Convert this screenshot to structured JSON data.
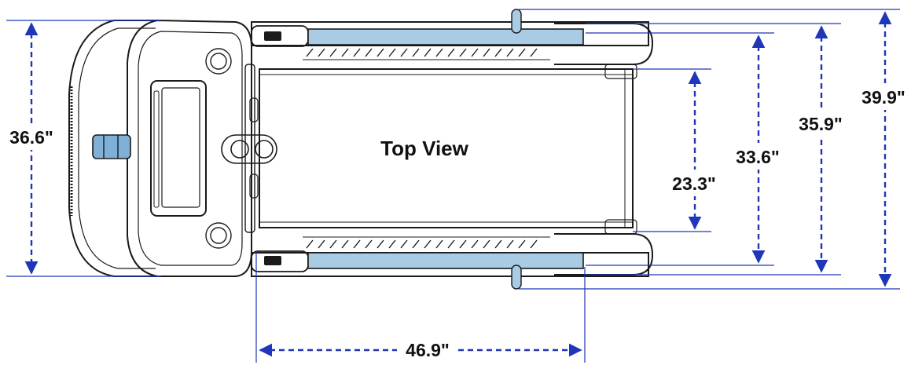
{
  "title": "Top View",
  "dimensions": {
    "total_width": "39.9\"",
    "outer_width": "35.9\"",
    "rail_width": "33.6\"",
    "belt_width": "23.3\"",
    "console_width": "36.6\"",
    "handrail_length": "46.9\""
  },
  "colors": {
    "outline": "#1a1a1a",
    "dimension_line": "#1f36b8",
    "handrail_fill": "#a9cbe4",
    "accent_part": "#7fb0d8"
  }
}
